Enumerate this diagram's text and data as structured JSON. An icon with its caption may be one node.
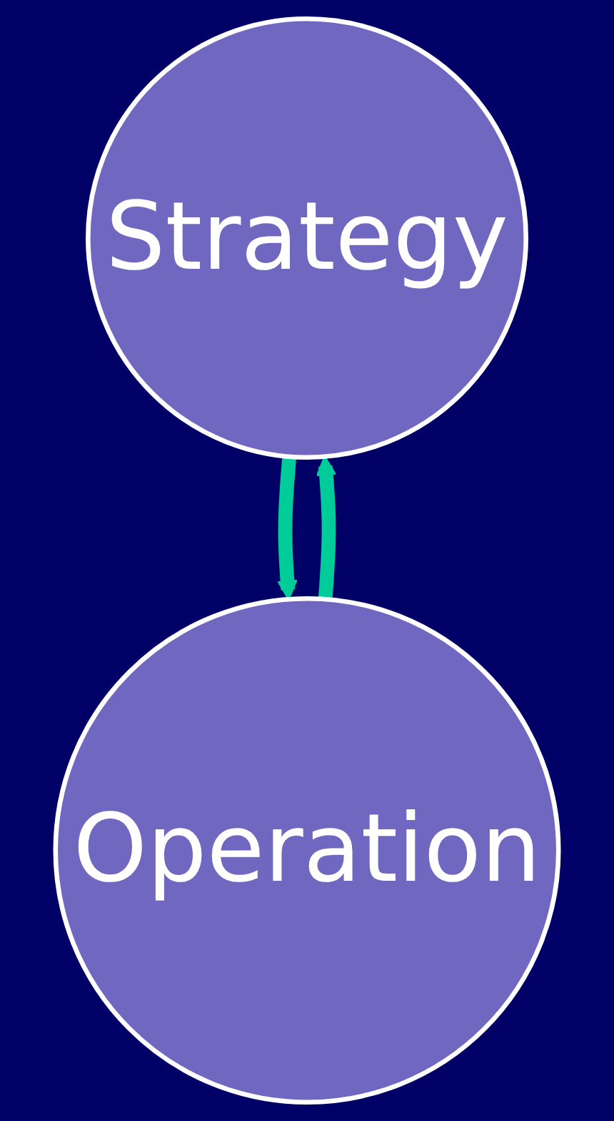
{
  "diagram": {
    "nodes": [
      {
        "text": [
          "Strategy"
        ]
      },
      {
        "text": [
          "Operation"
        ]
      }
    ],
    "edges": [
      {
        "from": 0,
        "to": 1,
        "arrow": "to"
      },
      {
        "from": 1,
        "to": 0,
        "arrow": "to"
      }
    ]
  }
}
